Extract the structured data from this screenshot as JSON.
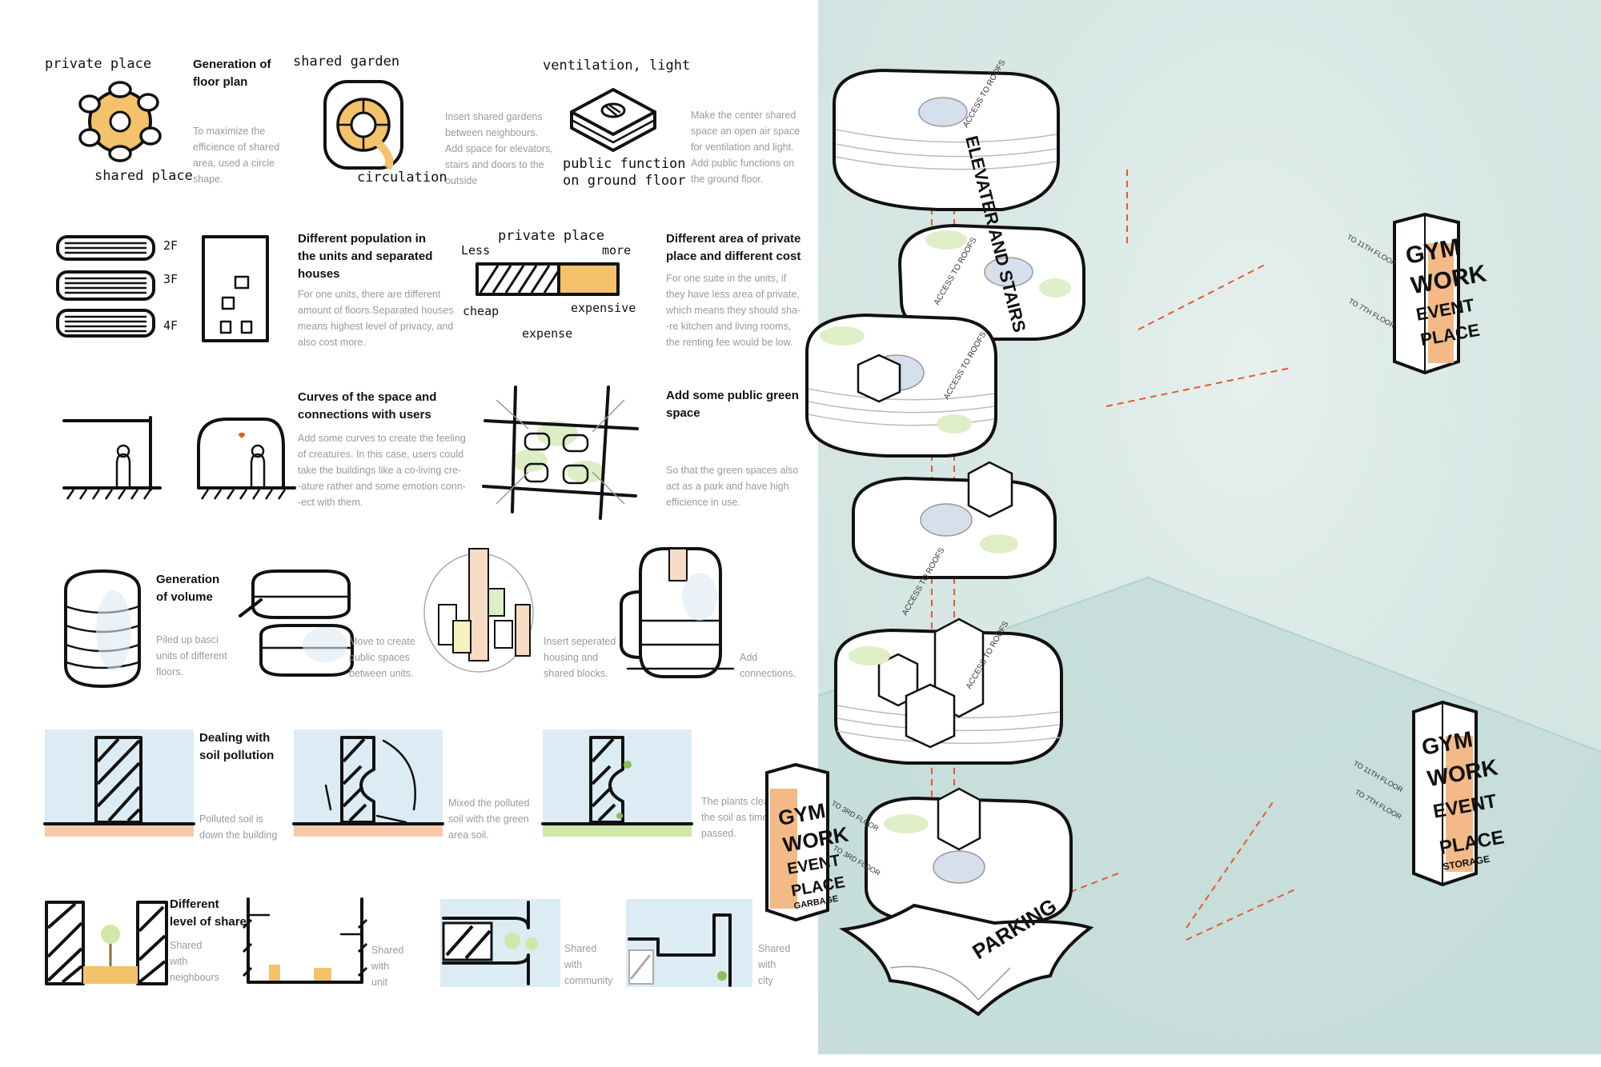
{
  "colors": {
    "accent": "#f3c26b",
    "orange_line": "#e8582a",
    "sky": "#dcecf4",
    "soil": "#f7c9a8",
    "green": "#cfe8a8",
    "mint": "#d3e6e3"
  },
  "row1": {
    "private_place": "private place",
    "shared_place": "shared place",
    "gen_title": "Generation of\nfloor plan",
    "gen_desc": "To maximize the\nefficience of shared\narea, used a circle\nshape.",
    "shared_garden": "shared garden",
    "circulation": "circulation",
    "insert_desc": "Insert shared gardens\nbetween neighbours.\nAdd space for elevators,\nstairs and doors to the\noutside",
    "ventilation": "ventilation, light",
    "public_function": "public function",
    "ground_floor": "on ground floor",
    "center_desc": "Make the center shared\nspace an open air space\nfor ventilation and light.\nAdd public functions on\nthe ground floor."
  },
  "row2": {
    "floor_2f": "2F",
    "floor_3f": "3F",
    "floor_4f": "4F",
    "pop_title": "Different population in\nthe units and separated\nhouses",
    "pop_desc": "For one units, there are different\namount of floors.Separated houses\nmeans highest level of privacy, and\nalso cost more.",
    "private_place": "private place",
    "less": "Less",
    "more": "more",
    "cheap": "cheap",
    "expensive": "expensive",
    "expense": "expense",
    "area_title": "Different area of private\nplace and different cost",
    "area_desc": "For one suite in the units, if\nthey have less area of private,\nwhich means they should sha-\n-re kitchen and living rooms,\nthe renting fee would be low."
  },
  "row3": {
    "curve_title": "Curves of the space and\nconnections with users",
    "curve_desc": "Add some curves to create the feeling\nof creatures. In this case, users could\ntake the buildings like a co-living cre-\n-ature rather and some emotion conn-\n-ect with them.",
    "green_title": "Add some public green\nspace",
    "green_desc": "So that the green spaces also\nact as a park and have high\nefficience in use."
  },
  "row4": {
    "vol_title": "Generation\nof volume",
    "vol_desc": "Piled up basci\nunits of different\nfloors.",
    "move_desc": "Move to create\npublic spaces\nbetween units.",
    "insert_desc": "Insert seperated\nhousing and\nshared blocks.",
    "conn_desc": "Add\nconnections."
  },
  "row5": {
    "soil_title": "Dealing with\nsoil pollution",
    "soil_desc": "Polluted soil is\ndown the building",
    "mixed_desc": "Mixed the polluted\nsoil with the green\narea soil.",
    "plants_desc": "The plants clean\nthe soil as time\npassed."
  },
  "row6": {
    "share_title": "Different\nlevel of share",
    "neighbours": "Shared\nwith\nneighbours",
    "unit": "Shared\nwith\nunit",
    "community": "Shared\nwith\ncommunity",
    "city": "Shared\nwith\ncity"
  },
  "axo": {
    "elevator": "ELEVATER AND STAIRS",
    "access_roofs": "ACCESS TO ROOFS",
    "to_11f": "TO 11TH FLOOR",
    "to_7f": "TO 7TH FLOOR",
    "to_3f": "TO 3RD FLOOR",
    "parking": "PARKING",
    "tower_top": {
      "gym": "GYM",
      "work": "WORK",
      "event": "EVENT",
      "place": "PLACE"
    },
    "tower_mid": {
      "gym": "GYM",
      "work": "WORK",
      "event": "EVENT",
      "place": "PLACE",
      "storage": "STORAGE"
    },
    "tower_left": {
      "gym": "GYM",
      "work": "WORK",
      "event": "EVENT",
      "place": "PLACE",
      "garbage": "GARBAGE"
    }
  }
}
